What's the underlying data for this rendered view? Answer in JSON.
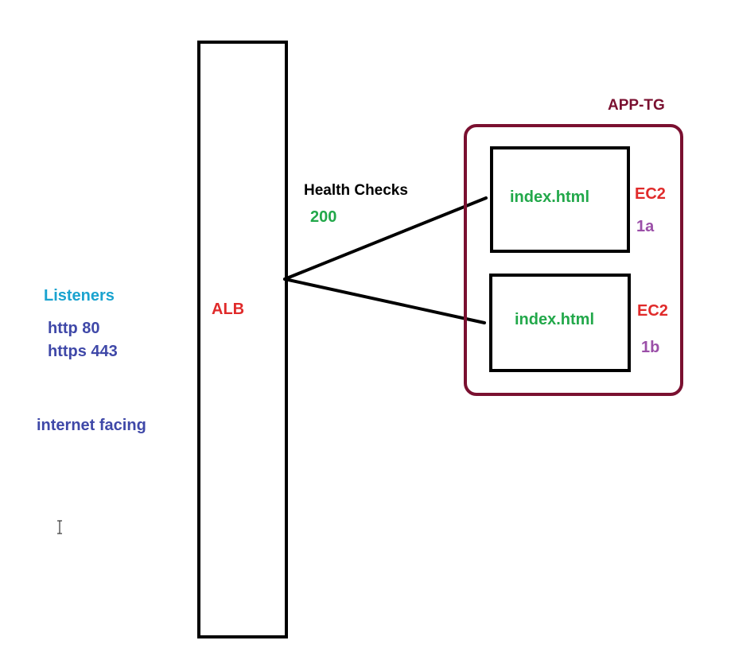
{
  "alb": {
    "label": "ALB"
  },
  "listeners": {
    "title": "Listeners",
    "items": [
      "http 80",
      "https 443"
    ]
  },
  "scheme": "internet facing",
  "health_check": {
    "title": "Health Checks",
    "status_code": "200"
  },
  "target_group": {
    "name": "APP-TG",
    "instances": [
      {
        "content": "index.html",
        "type": "EC2",
        "az": "1a"
      },
      {
        "content": "index.html",
        "type": "EC2",
        "az": "1b"
      }
    ]
  },
  "colors": {
    "listeners_title": "#1aa3cf",
    "listener_items": "#3f48a8",
    "alb_label": "#e02a2a",
    "health_title": "#000000",
    "status_code": "#22a84a",
    "tg_border": "#7a1030",
    "tg_name": "#7a1030",
    "index": "#22a84a",
    "ec2": "#e02a2a",
    "az": "#9b4fa8"
  }
}
